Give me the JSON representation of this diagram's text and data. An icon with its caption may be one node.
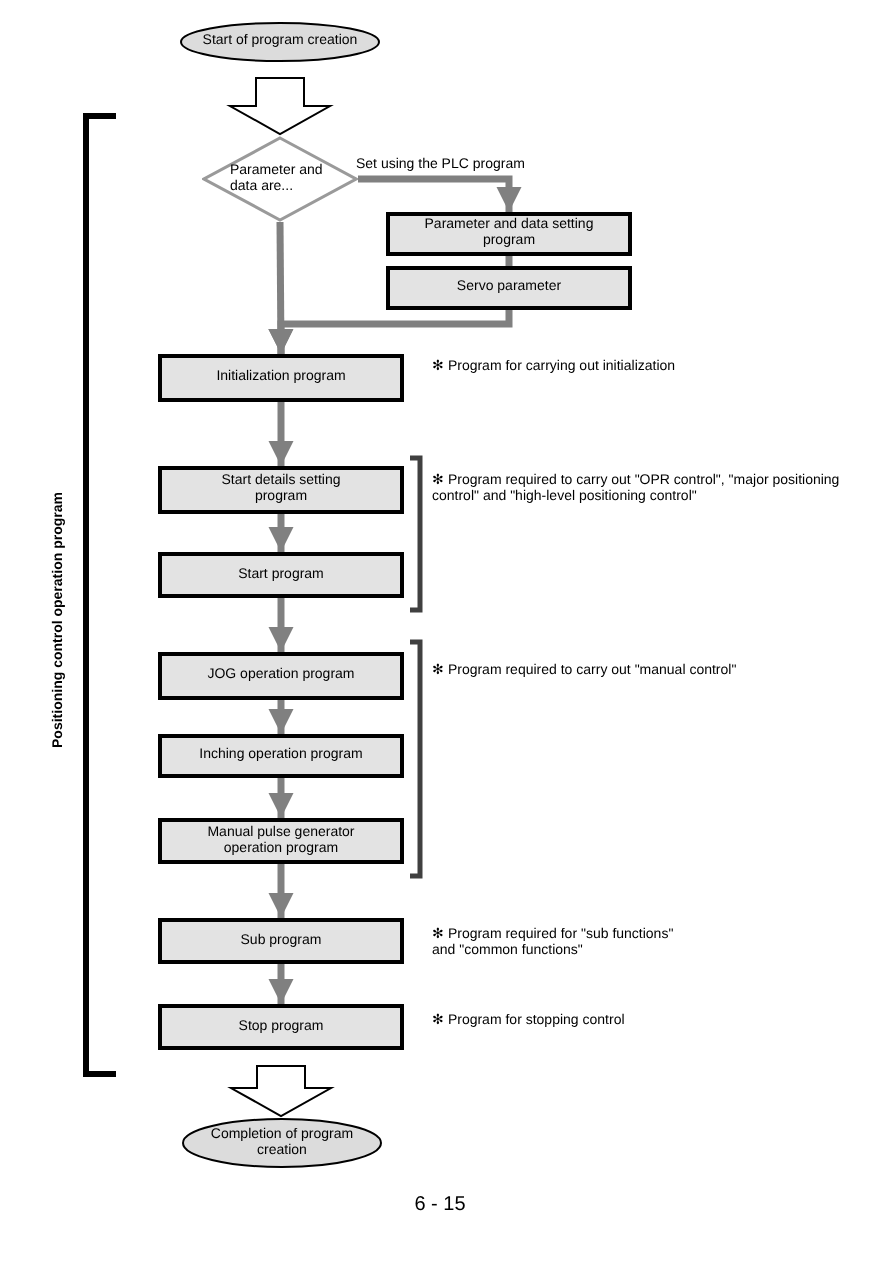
{
  "diagram": {
    "nodes": [
      {
        "text": [
          "Start of program creation"
        ]
      },
      {
        "text": [
          "Parameter and data are..."
        ]
      },
      {
        "text": [
          "Parameter and data setting program"
        ]
      },
      {
        "text": [
          "Servo parameter"
        ]
      },
      {
        "text": [
          "Initialization program"
        ],
        "beside": [
          "✻ Program for carrying out initialization"
        ]
      },
      {
        "text": [
          "Start details setting program"
        ]
      },
      {
        "text": [
          "Start program"
        ]
      },
      {
        "text": [
          "JOG operation program"
        ]
      },
      {
        "text": [
          "Inching operation program"
        ]
      },
      {
        "text": [
          "Manual pulse generator operation program"
        ]
      },
      {
        "text": [
          "Sub program"
        ],
        "beside": [
          "✻ Program required for \"sub functions\" and \"common functions\""
        ]
      },
      {
        "text": [
          "Stop program"
        ],
        "beside": [
          "✻ Program for stopping control"
        ]
      },
      {
        "text": [
          "Completion of program creation"
        ]
      }
    ],
    "edges": [
      {
        "from": 0,
        "to": 1,
        "arrow": "to",
        "style": "thick",
        "color": "#000000"
      },
      {
        "from": 1,
        "to": 2,
        "arrow": "to",
        "label": "Set using the PLC program"
      },
      {
        "from": 2,
        "to": 3,
        "arrow": "none"
      },
      {
        "from": 3,
        "to": 4,
        "arrow": "to"
      },
      {
        "from": 1,
        "to": 4,
        "arrow": "to"
      },
      {
        "from": 4,
        "to": 5,
        "arrow": "to"
      },
      {
        "from": 5,
        "to": 6,
        "arrow": "to"
      },
      {
        "from": 6,
        "to": 7,
        "arrow": "to"
      },
      {
        "from": 7,
        "to": 8,
        "arrow": "to"
      },
      {
        "from": 8,
        "to": 9,
        "arrow": "to"
      },
      {
        "from": 9,
        "to": 10,
        "arrow": "to"
      },
      {
        "from": 10,
        "to": 11,
        "arrow": "to"
      },
      {
        "from": 11,
        "to": 12,
        "arrow": "to",
        "style": "thick",
        "color": "#000000"
      }
    ],
    "labels": [
      "Positioning control operation program",
      "✻ Program required to carry out \"OPR control\", \"major positioning control\" and \"high-level positioning control\"",
      "✻ Program required to carry out \"manual control\"",
      "6 - 15"
    ]
  }
}
